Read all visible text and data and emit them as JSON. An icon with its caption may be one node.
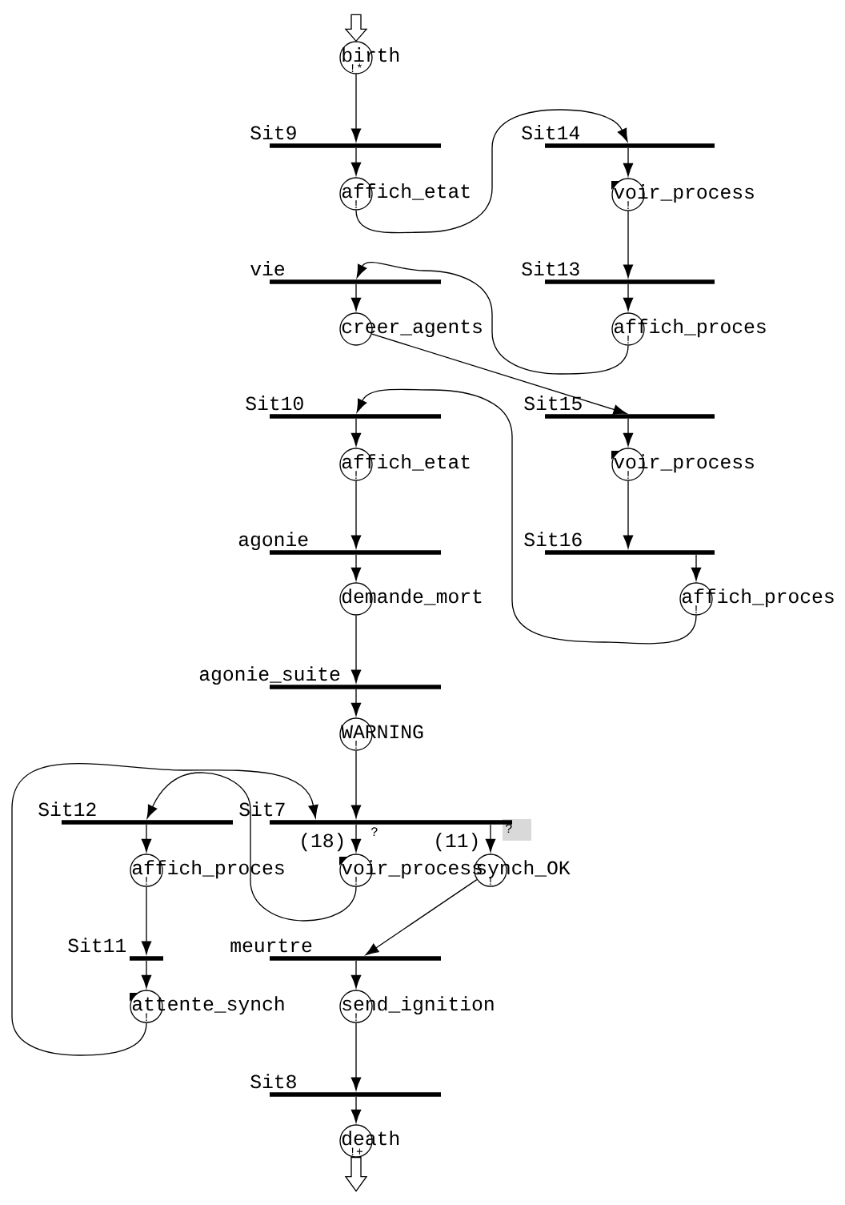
{
  "diagram": {
    "nodes": [
      {
        "text": [
          "birth",
          "!*"
        ]
      },
      {
        "text": [],
        "shape": "bar",
        "beside": [
          "Sit9"
        ]
      },
      {
        "text": [],
        "shape": "bar",
        "beside": [
          "Sit14"
        ]
      },
      {
        "text": [
          "affich_etat",
          "!"
        ]
      },
      {
        "text": [
          "voir_process",
          "!"
        ]
      },
      {
        "text": [],
        "shape": "bar",
        "beside": [
          "vie"
        ]
      },
      {
        "text": [],
        "shape": "bar",
        "beside": [
          "Sit13"
        ]
      },
      {
        "text": [
          "creer_agents"
        ]
      },
      {
        "text": [
          "affich_proces",
          "!"
        ]
      },
      {
        "text": [],
        "shape": "bar",
        "beside": [
          "Sit10"
        ]
      },
      {
        "text": [],
        "shape": "bar",
        "beside": [
          "Sit15"
        ]
      },
      {
        "text": [
          "affich_etat",
          "!"
        ]
      },
      {
        "text": [
          "voir_process",
          "!"
        ]
      },
      {
        "text": [],
        "shape": "bar",
        "beside": [
          "agonie"
        ]
      },
      {
        "text": [],
        "shape": "bar",
        "beside": [
          "Sit16"
        ]
      },
      {
        "text": [
          "demande_mort"
        ]
      },
      {
        "text": [
          "affich_proces",
          "!"
        ]
      },
      {
        "text": [],
        "shape": "bar",
        "beside": [
          "agonie_suite"
        ]
      },
      {
        "text": [
          "WARNING",
          "!"
        ]
      },
      {
        "text": [],
        "shape": "bar",
        "beside": [
          "Sit12"
        ]
      },
      {
        "text": [],
        "shape": "bar",
        "beside": [
          "Sit7"
        ]
      },
      {
        "text": [
          "affich_proces",
          "!"
        ]
      },
      {
        "text": [
          "voir_process",
          "!"
        ]
      },
      {
        "text": [
          "synch_OK",
          "!"
        ]
      },
      {
        "text": [],
        "shape": "bar",
        "beside": [
          "Sit11"
        ]
      },
      {
        "text": [],
        "shape": "bar",
        "beside": [
          "meurtre"
        ]
      },
      {
        "text": [
          "attente_synch",
          "!"
        ]
      },
      {
        "text": [
          "send_ignition",
          "!"
        ]
      },
      {
        "text": [],
        "shape": "bar",
        "beside": [
          "Sit8"
        ]
      },
      {
        "text": [
          "death",
          "!+"
        ]
      }
    ],
    "edges": [
      {
        "from": null,
        "to": 0,
        "arrow": "to"
      },
      {
        "from": 0,
        "to": 1,
        "arrow": "to"
      },
      {
        "from": 1,
        "to": 3,
        "arrow": "to"
      },
      {
        "from": 3,
        "to": 2,
        "arrow": "to"
      },
      {
        "from": 2,
        "to": 4,
        "arrow": "to"
      },
      {
        "from": 4,
        "to": 6,
        "arrow": "to"
      },
      {
        "from": 6,
        "to": 8,
        "arrow": "to"
      },
      {
        "from": 8,
        "to": 5,
        "arrow": "to"
      },
      {
        "from": 5,
        "to": 7,
        "arrow": "to"
      },
      {
        "from": 7,
        "to": 10,
        "arrow": "to"
      },
      {
        "from": 10,
        "to": 12,
        "arrow": "to"
      },
      {
        "from": 12,
        "to": 14,
        "arrow": "to"
      },
      {
        "from": 14,
        "to": 16,
        "arrow": "to"
      },
      {
        "from": 16,
        "to": 9,
        "arrow": "to"
      },
      {
        "from": 9,
        "to": 11,
        "arrow": "to"
      },
      {
        "from": 11,
        "to": 13,
        "arrow": "to"
      },
      {
        "from": 13,
        "to": 15,
        "arrow": "to"
      },
      {
        "from": 15,
        "to": 17,
        "arrow": "to"
      },
      {
        "from": 17,
        "to": 18,
        "arrow": "to"
      },
      {
        "from": 18,
        "to": 20,
        "arrow": "to"
      },
      {
        "from": 20,
        "to": 22,
        "arrow": "to",
        "label": "(18)"
      },
      {
        "from": 20,
        "to": 23,
        "arrow": "to",
        "label": "(11)"
      },
      {
        "from": 22,
        "to": 19,
        "arrow": "to"
      },
      {
        "from": 19,
        "to": 21,
        "arrow": "to"
      },
      {
        "from": 21,
        "to": 24,
        "arrow": "to"
      },
      {
        "from": 24,
        "to": 26,
        "arrow": "to"
      },
      {
        "from": 26,
        "to": 20,
        "arrow": "to"
      },
      {
        "from": 23,
        "to": 25,
        "arrow": "to"
      },
      {
        "from": 25,
        "to": 27,
        "arrow": "to"
      },
      {
        "from": 27,
        "to": 28,
        "arrow": "to"
      },
      {
        "from": 28,
        "to": 29,
        "arrow": "to"
      },
      {
        "from": 29,
        "to": null,
        "arrow": "to"
      }
    ],
    "labels": [
      "?",
      "?"
    ]
  }
}
